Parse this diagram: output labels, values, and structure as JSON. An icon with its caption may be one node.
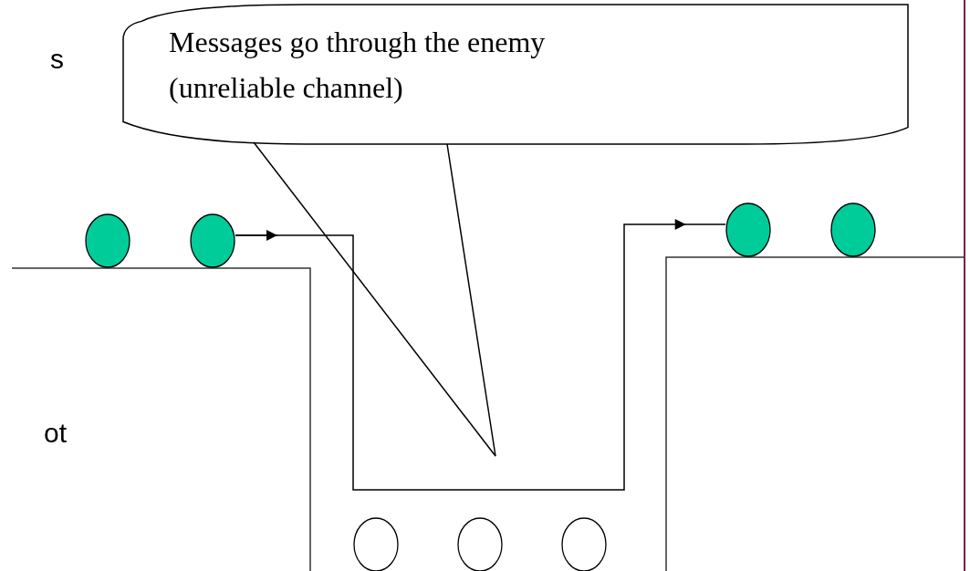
{
  "diagram": {
    "nodes": [
      {
        "text": [
          "Messages go through the enemy (unreliable channel)"
        ]
      },
      {
        "text": [],
        "shape": "circle"
      },
      {
        "text": [],
        "shape": "circle"
      },
      {
        "text": [],
        "shape": "circle"
      },
      {
        "text": [],
        "shape": "circle"
      },
      {
        "text": [],
        "shape": "circle"
      },
      {
        "text": [],
        "shape": "circle"
      },
      {
        "text": [],
        "shape": "circle"
      }
    ],
    "edges": [
      {
        "from": 0,
        "to": null,
        "arrow": "none"
      },
      {
        "from": 2,
        "to": 3,
        "arrow": "to"
      }
    ],
    "labels": [
      "s",
      "ot"
    ]
  }
}
